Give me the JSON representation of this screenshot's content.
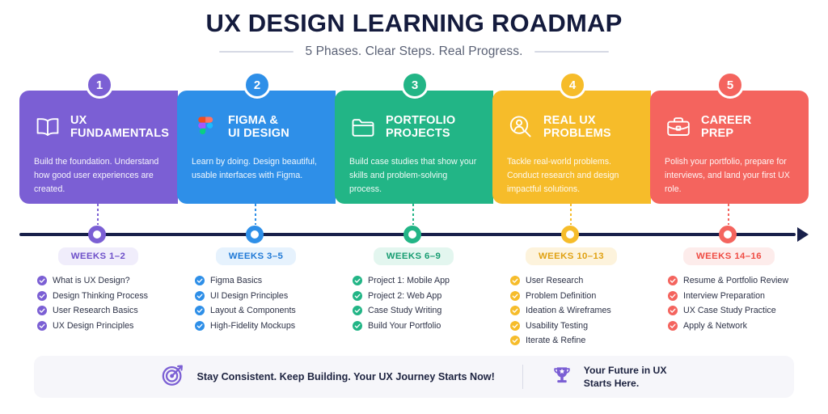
{
  "header": {
    "title": "UX DESIGN LEARNING ROADMAP",
    "subtitle": "5 Phases. Clear Steps. Real Progress."
  },
  "phases": [
    {
      "number": "1",
      "title_line1": "UX",
      "title_line2": "FUNDAMENTALS",
      "description": "Build the foundation. Understand how good user experiences are created.",
      "icon": "open-book-icon",
      "color": "#7b5fd4",
      "badge_color": "#7b5fd4",
      "week_label": "WEEKS 1–2",
      "pill_bg": "#f0edfb",
      "pill_text": "#6d4fc9",
      "tick_color": "#7b5fd4",
      "items": [
        "What is UX Design?",
        "Design Thinking Process",
        "User Research Basics",
        "UX Design Principles"
      ]
    },
    {
      "number": "2",
      "title_line1": "FIGMA &",
      "title_line2": "UI DESIGN",
      "description": "Learn by doing. Design beautiful, usable interfaces with Figma.",
      "icon": "figma-logo-icon",
      "color": "#2e8fe8",
      "badge_color": "#2e8fe8",
      "week_label": "WEEKS 3–5",
      "pill_bg": "#e6f2fd",
      "pill_text": "#2079d6",
      "tick_color": "#2e8fe8",
      "items": [
        "Figma Basics",
        "UI Design Principles",
        "Layout & Components",
        "High-Fidelity Mockups"
      ]
    },
    {
      "number": "3",
      "title_line1": "PORTFOLIO",
      "title_line2": "PROJECTS",
      "description": "Build case studies that show your skills and problem-solving process.",
      "icon": "folder-icon",
      "color": "#22b586",
      "badge_color": "#22b586",
      "week_label": "WEEKS 6–9",
      "pill_bg": "#e3f6ef",
      "pill_text": "#179c71",
      "tick_color": "#22b586",
      "items": [
        "Project 1: Mobile App",
        "Project 2: Web App",
        "Case Study Writing",
        "Build Your Portfolio"
      ]
    },
    {
      "number": "4",
      "title_line1": "REAL UX",
      "title_line2": "PROBLEMS",
      "description": "Tackle real-world problems. Conduct research and design impactful solutions.",
      "icon": "user-search-icon",
      "color": "#f6bc2a",
      "badge_color": "#f6bc2a",
      "week_label": "WEEKS 10–13",
      "pill_bg": "#fdf3dc",
      "pill_text": "#e0a112",
      "tick_color": "#f6bc2a",
      "items": [
        "User Research",
        "Problem Definition",
        "Ideation & Wireframes",
        "Usability Testing",
        "Iterate & Refine"
      ]
    },
    {
      "number": "5",
      "title_line1": "CAREER",
      "title_line2": "PREP",
      "description": "Polish your portfolio, prepare for interviews, and land your first UX role.",
      "icon": "briefcase-icon",
      "color": "#f4645e",
      "badge_color": "#f4645e",
      "week_label": "WEEKS 14–16",
      "pill_bg": "#fdeceb",
      "pill_text": "#ef4b43",
      "tick_color": "#f4645e",
      "items": [
        "Resume & Portfolio Review",
        "Interview Preparation",
        "UX Case Study Practice",
        "Apply & Network"
      ]
    }
  ],
  "timeline": {
    "line_color": "#18204a"
  },
  "footer": {
    "left_icon": "target-arrow-icon",
    "left_text": "Stay Consistent. Keep Building. Your UX Journey Starts Now!",
    "right_icon": "trophy-icon",
    "right_text_line1": "Your Future in UX",
    "right_text_line2": "Starts Here."
  }
}
